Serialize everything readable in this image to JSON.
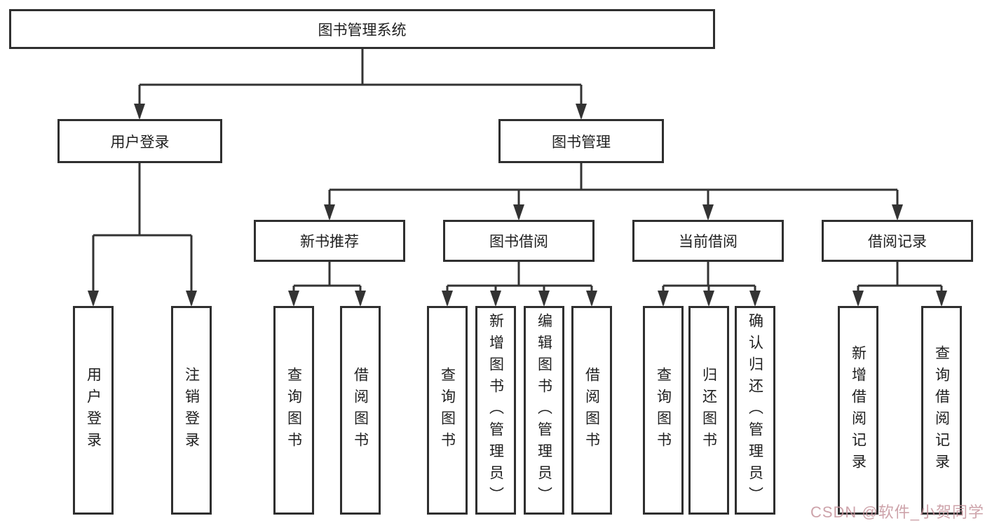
{
  "nodes": {
    "root": "图书管理系统",
    "user_login": "用户登录",
    "book_mgmt": "图书管理",
    "new_book_rec": "新书推荐",
    "book_borrow": "图书借阅",
    "current_borrow": "当前借阅",
    "borrow_record": "借阅记录",
    "leaf_user_login": "用户登录",
    "leaf_logout": "注销登录",
    "leaf_query_book_a": "查询图书",
    "leaf_borrow_book_a": "借阅图书",
    "leaf_query_book_b": "查询图书",
    "leaf_add_book": "新增图书（管理员）",
    "leaf_edit_book": "编辑图书（管理员）",
    "leaf_borrow_book_b": "借阅图书",
    "leaf_query_book_c": "查询图书",
    "leaf_return_book": "归还图书",
    "leaf_confirm_return": "确认归还（管理员）",
    "leaf_add_record": "新增借阅记录",
    "leaf_query_record": "查询借阅记录"
  },
  "watermark": "CSDN @软件_小贺同学",
  "colors": {
    "line": "#333333",
    "box_border": "#2f2f2f",
    "text": "#1f1f1f",
    "watermark": "#c5939c",
    "background": "#ffffff"
  }
}
